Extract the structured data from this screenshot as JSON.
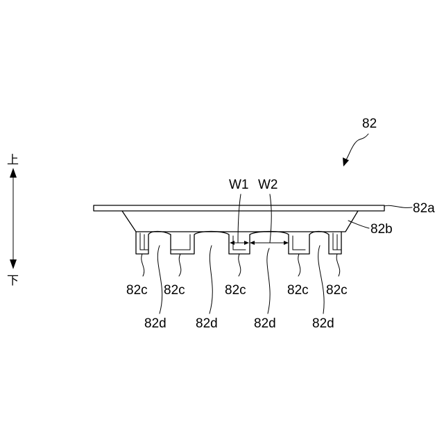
{
  "figure": {
    "ref_main": "82",
    "ref_top_plate": "82a",
    "ref_body": "82b",
    "ref_leg": "82c",
    "ref_gap": "82d",
    "width_1": "W1",
    "width_2": "W2",
    "dir_up": "上",
    "dir_down": "下"
  },
  "colors": {
    "line": "#000000",
    "background": "#ffffff"
  }
}
